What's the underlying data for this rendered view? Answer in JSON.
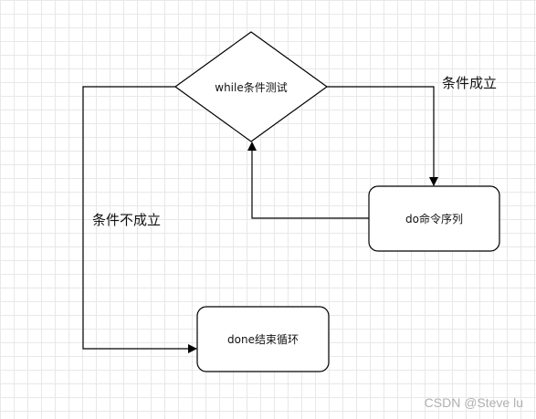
{
  "nodes": {
    "while_test": "while条件测试",
    "do_sequence": "do命令序列",
    "done_loop": "done结束循环"
  },
  "edge_labels": {
    "true_branch": "条件成立",
    "false_branch": "条件不成立"
  },
  "watermark": "CSDN @Steve lu",
  "colors": {
    "stroke": "#000000",
    "grid": "#e8e8e8",
    "background": "#ffffff"
  }
}
